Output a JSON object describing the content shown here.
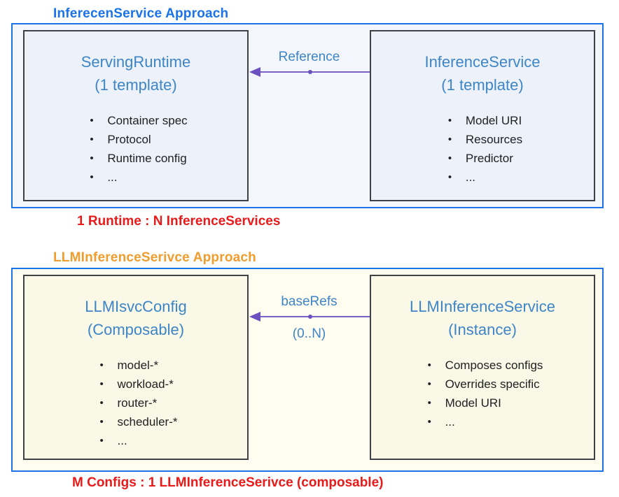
{
  "colors": {
    "container_border": "#1a73e8",
    "inner_border": "#3e4145",
    "section1_bg": "#f3f7fd",
    "section1_box_bg": "#edf2fa",
    "section2_bg": "#fffcf0",
    "section2_box_bg": "#faf8e6",
    "heading_blue": "#3d85c6",
    "title_blue": "#1a73e8",
    "title_orange": "#f09d2e",
    "caption_red": "#e81a1a",
    "arrow_purple": "#7b61c9",
    "body_text": "#202124"
  },
  "sections": [
    {
      "title": "InferecenService Approach",
      "caption": "1 Runtime : N InferenceServices",
      "arrow": {
        "label": "Reference",
        "sublabel": ""
      },
      "left_box": {
        "title": "ServingRuntime",
        "subtitle": "(1 template)",
        "items": [
          "Container spec",
          "Protocol",
          "Runtime config",
          "..."
        ]
      },
      "right_box": {
        "title": "InferenceService",
        "subtitle": "(1 template)",
        "items": [
          "Model URI",
          "Resources",
          "Predictor",
          "..."
        ]
      }
    },
    {
      "title": "LLMInferenceSerivce Approach",
      "caption": "M Configs : 1 LLMInferenceSerivce (composable)",
      "arrow": {
        "label": "baseRefs",
        "sublabel": "(0..N)"
      },
      "left_box": {
        "title": "LLMIsvcConfig",
        "subtitle": "(Composable)",
        "items": [
          "model-*",
          "workload-*",
          "router-*",
          "scheduler-*",
          "..."
        ]
      },
      "right_box": {
        "title": "LLMInferenceService",
        "subtitle": "(Instance)",
        "items": [
          "Composes configs",
          "Overrides specific",
          "Model URI",
          "..."
        ]
      }
    }
  ]
}
